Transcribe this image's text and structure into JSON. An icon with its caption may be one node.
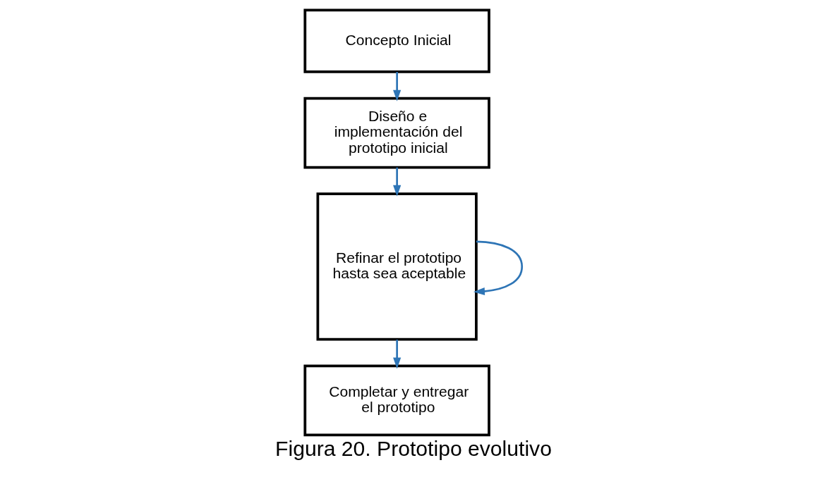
{
  "diagram": {
    "caption": "Figura 20. Prototipo evolutivo",
    "nodes": [
      {
        "text": [
          "Concepto Inicial"
        ]
      },
      {
        "text": [
          "Diseño e implementación del prototipo inicial"
        ]
      },
      {
        "text": [
          "Refinar el prototipo hasta sea aceptable"
        ]
      },
      {
        "text": [
          "Completar y entregar el prototipo"
        ]
      }
    ],
    "edges": [
      {
        "from": 0,
        "to": 1,
        "arrow": "to"
      },
      {
        "from": 1,
        "to": 2,
        "arrow": "to"
      },
      {
        "from": 2,
        "to": 2,
        "arrow": "to"
      },
      {
        "from": 2,
        "to": 3,
        "arrow": "to"
      }
    ]
  }
}
